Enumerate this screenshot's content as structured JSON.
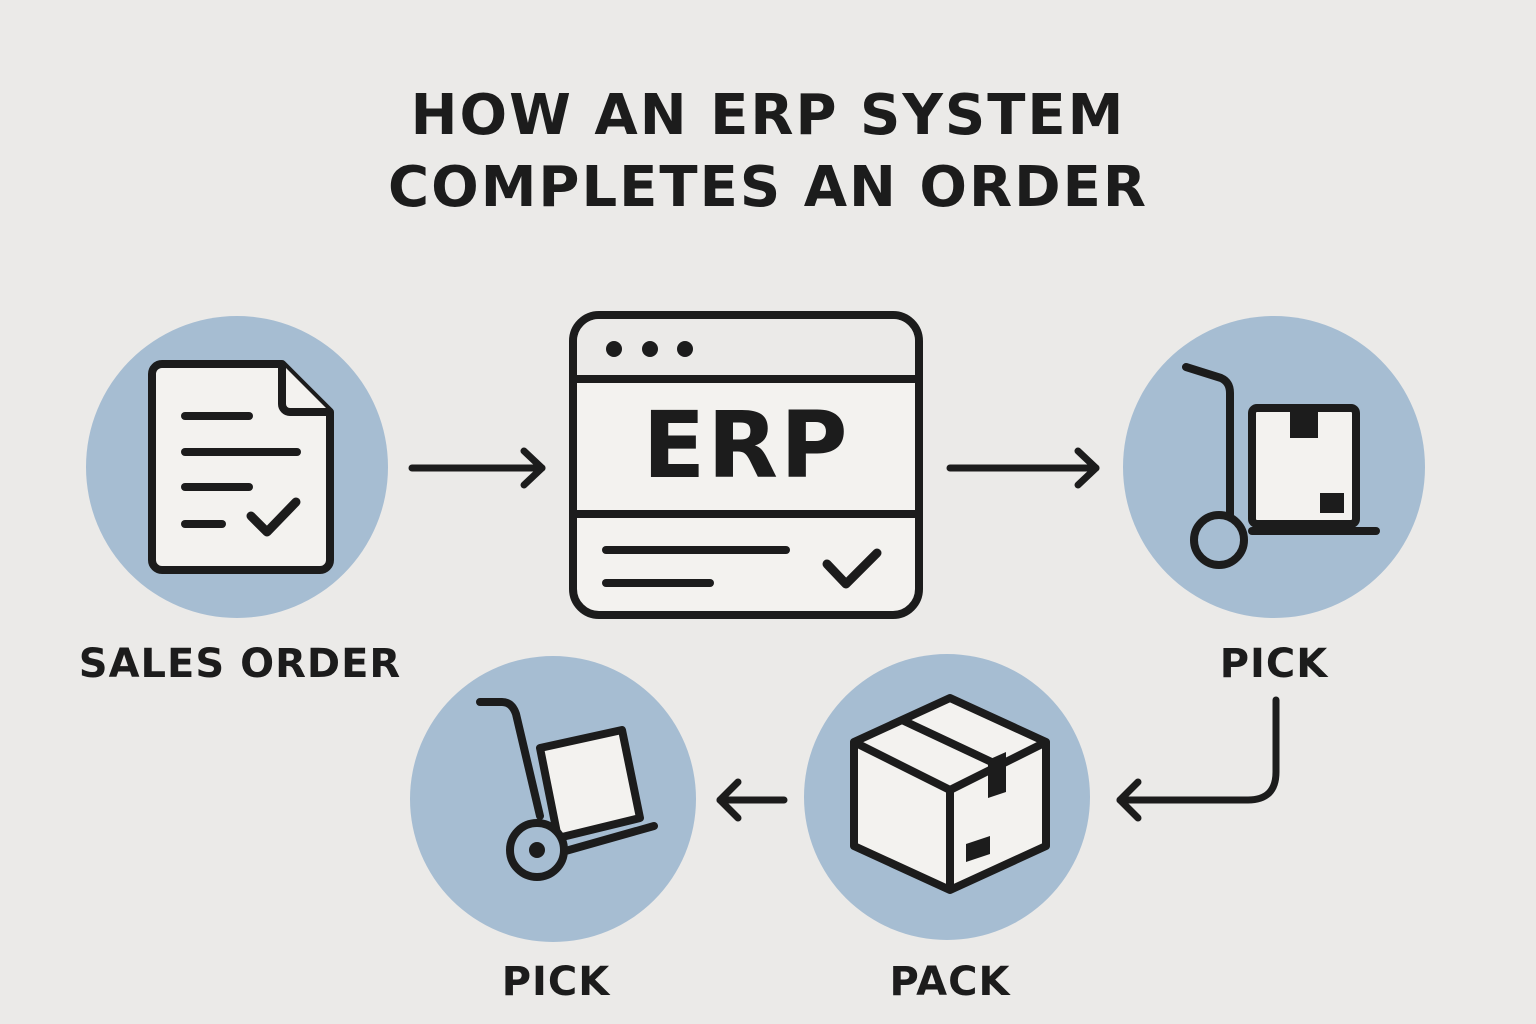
{
  "title": {
    "line1": "HOW AN ERP SYSTEM",
    "line2": "COMPLETES AN ORDER"
  },
  "colors": {
    "background": "#ebeae8",
    "circle_fill": "#a6bdd2",
    "stroke": "#1c1c1c",
    "icon_fill": "#f3f2ef"
  },
  "steps": [
    {
      "id": "sales-order",
      "label": "SALES ORDER",
      "icon": "document-check-icon"
    },
    {
      "id": "erp",
      "label": "ERP",
      "icon": "browser-window-icon"
    },
    {
      "id": "pick-top",
      "label": "PICK",
      "icon": "hand-truck-box-icon"
    },
    {
      "id": "pack",
      "label": "PACK",
      "icon": "box-icon"
    },
    {
      "id": "pick-bottom",
      "label": "PICK",
      "icon": "hand-truck-icon"
    }
  ],
  "flow": [
    {
      "from": "sales-order",
      "to": "erp",
      "direction": "right"
    },
    {
      "from": "erp",
      "to": "pick-top",
      "direction": "right"
    },
    {
      "from": "pick-top",
      "to": "pack",
      "direction": "down-left"
    },
    {
      "from": "pack",
      "to": "pick-bottom",
      "direction": "left"
    }
  ]
}
